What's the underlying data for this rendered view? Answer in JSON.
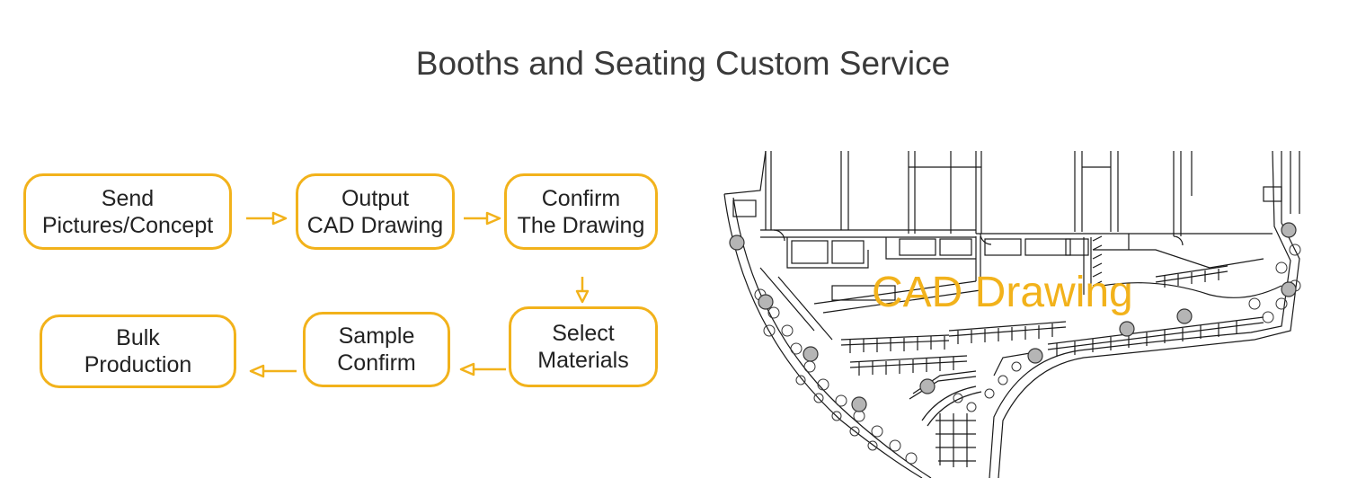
{
  "title": "Booths and Seating Custom Service",
  "accent_color": "#f2b21b",
  "steps": [
    {
      "line1": "Send",
      "line2": "Pictures/Concept"
    },
    {
      "line1": "Output",
      "line2": "CAD Drawing"
    },
    {
      "line1": "Confirm",
      "line2": "The Drawing"
    },
    {
      "line1": "Select",
      "line2": "Materials"
    },
    {
      "line1": "Sample",
      "line2": "Confirm"
    },
    {
      "line1": "Bulk",
      "line2": "Production"
    }
  ],
  "image_label": "CAD Drawing"
}
